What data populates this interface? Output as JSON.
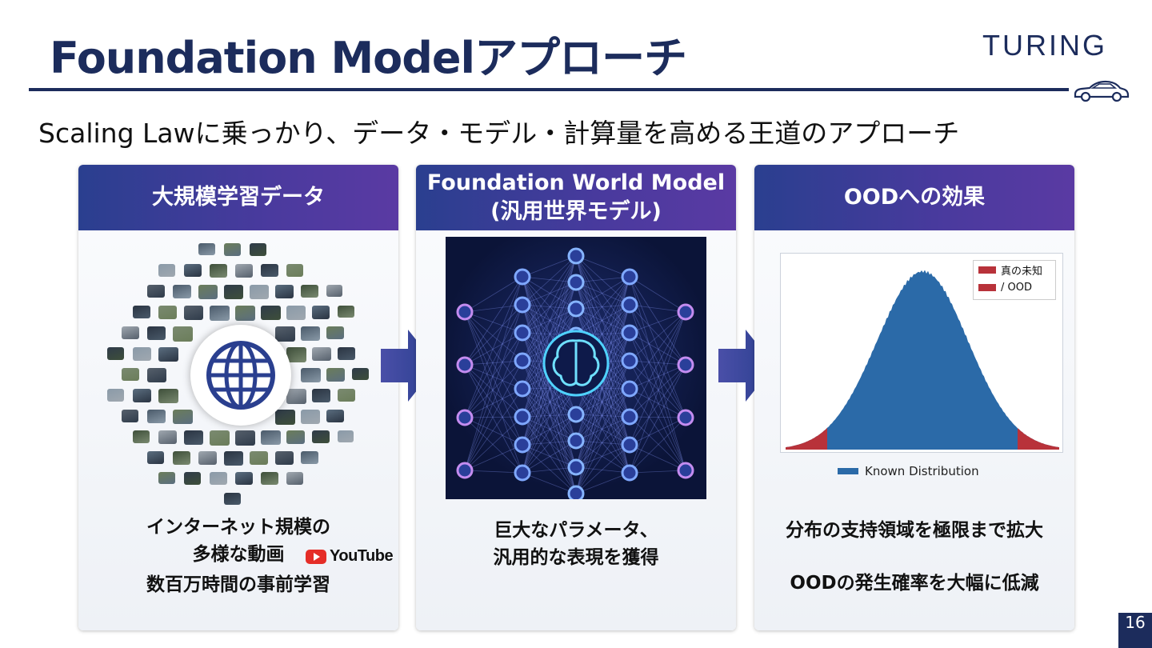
{
  "slide": {
    "title": "Foundation Modelアプローチ",
    "logo_text": "TURING",
    "subtitle": "Scaling Lawに乗っかり、データ・モデル・計算量を高める王道のアプローチ",
    "page_number": "16"
  },
  "panels": [
    {
      "heading": "大規模学習データ",
      "badge": "YouTube",
      "lines": [
        "インターネット規模の",
        "多様な動画",
        "数百万時間の事前学習"
      ]
    },
    {
      "heading_line1": "Foundation World Model",
      "heading_line2": "(汎用世界モデル)",
      "lines": [
        "巨大なパラメータ、",
        "汎用的な表現を獲得"
      ]
    },
    {
      "heading": "OODへの効果",
      "legend": [
        "真の未知",
        "/ OOD"
      ],
      "known_label": "Known Distribution",
      "lines": [
        "分布の支持領域を極限まで拡大",
        "OODの発生確率を大幅に低減"
      ]
    }
  ],
  "colors": {
    "navy": "#1c2c5c",
    "header_start": "#2a3f8f",
    "header_end": "#5a3aa3",
    "known": "#2b6aa8",
    "ood": "#b8323a"
  },
  "icons": [
    "globe-icon",
    "brain-icon",
    "car-icon",
    "youtube-icon",
    "arrow-right-icon"
  ]
}
